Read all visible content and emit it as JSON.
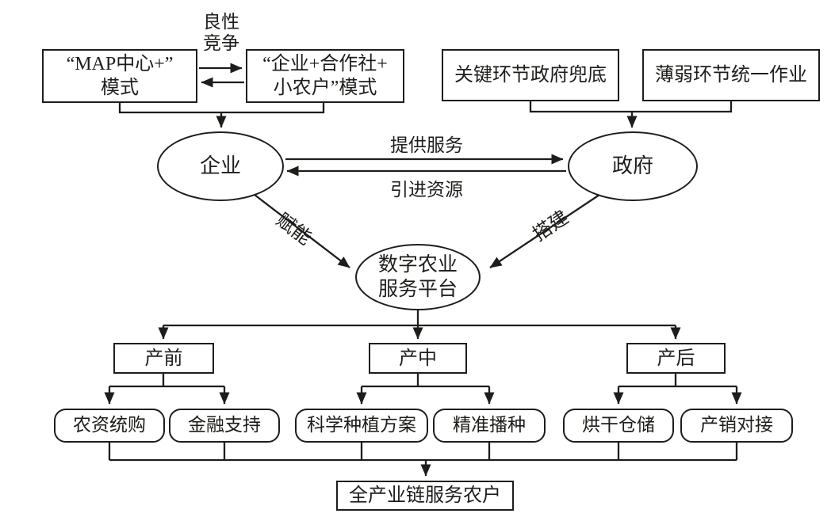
{
  "colors": {
    "line": "#1d1d1b",
    "background": "#ffffff",
    "text": "#1d1d1b"
  },
  "top_left": {
    "map_box": {
      "line1": "“MAP中心+”",
      "line2": "模式"
    },
    "coop_box": {
      "line1": "“企业+合作社+",
      "line2": "小农户”模式"
    },
    "competition": {
      "line1": "良性",
      "line2": "竞争"
    }
  },
  "top_right": {
    "key_box": "关键环节政府兜底",
    "weak_box": "薄弱环节统一作业"
  },
  "core": {
    "enterprise": "企业",
    "government": "政府",
    "provide_services": "提供服务",
    "introduce_resources": "引进资源",
    "empower": "赋能",
    "build": "搭建",
    "platform": {
      "line1": "数字农业",
      "line2": "服务平台"
    }
  },
  "stages": [
    {
      "label": "产前",
      "children": [
        "农资统购",
        "金融支持"
      ]
    },
    {
      "label": "产中",
      "children": [
        "科学种植方案",
        "精准播种"
      ]
    },
    {
      "label": "产后",
      "children": [
        "烘干仓储",
        "产销对接"
      ]
    }
  ],
  "outcome": "全产业链服务农户"
}
